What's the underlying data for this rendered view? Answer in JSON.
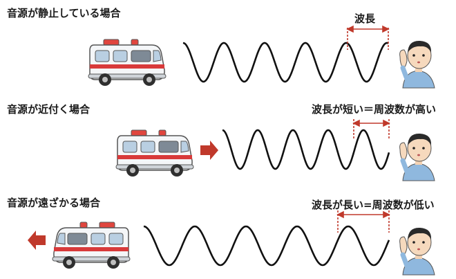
{
  "scenes": [
    {
      "caption": "音源が静止している場合",
      "annotation": "波長",
      "motion": "stationary"
    },
    {
      "caption": "音源が近付く場合",
      "annotation": "波長が短い＝周波数が高い",
      "motion": "approaching"
    },
    {
      "caption": "音源が遠ざかる場合",
      "annotation": "波長が長い=周波数が低い",
      "motion": "receding"
    }
  ],
  "colors": {
    "arrow": "#c0392b",
    "ambulance_stripe": "#d83a3a",
    "wave": "#111111",
    "shirt": "#8fb8de"
  },
  "icons": [
    "ambulance-icon",
    "listener-icon",
    "motion-arrow-icon"
  ]
}
